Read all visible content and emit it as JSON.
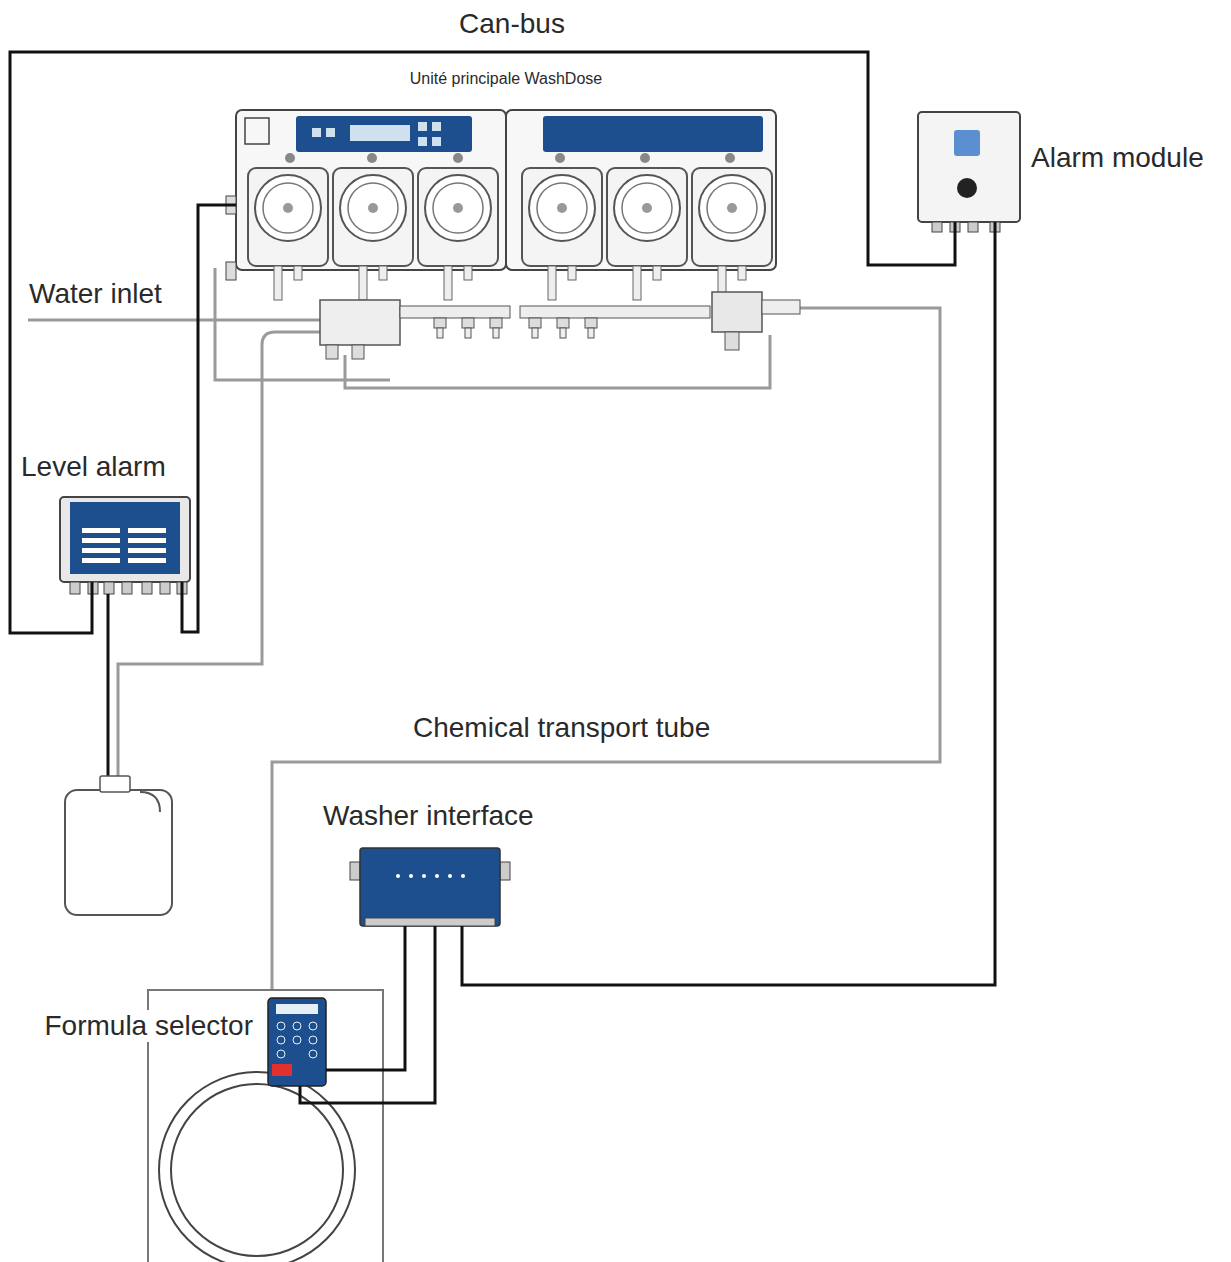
{
  "diagram": {
    "nodes": [
      {
        "text": [
          "Unité principale WashDose"
        ]
      },
      {
        "text": [
          "Alarm module"
        ]
      },
      {
        "text": [
          "Level alarm"
        ]
      },
      {
        "text": [
          "Washer interface"
        ]
      },
      {
        "text": [
          "Formula selector"
        ]
      }
    ],
    "edges": [
      {
        "from": 2,
        "to": 1,
        "label": "Can-bus",
        "arrow": "none"
      },
      {
        "from": 2,
        "to": 0,
        "arrow": "none"
      },
      {
        "from": 1,
        "to": 3,
        "arrow": "none"
      },
      {
        "from": 3,
        "to": 4,
        "arrow": "none"
      },
      {
        "from": 3,
        "to": 4,
        "arrow": "none"
      }
    ],
    "labels": [
      "Water inlet",
      "Chemical transport tube"
    ]
  }
}
